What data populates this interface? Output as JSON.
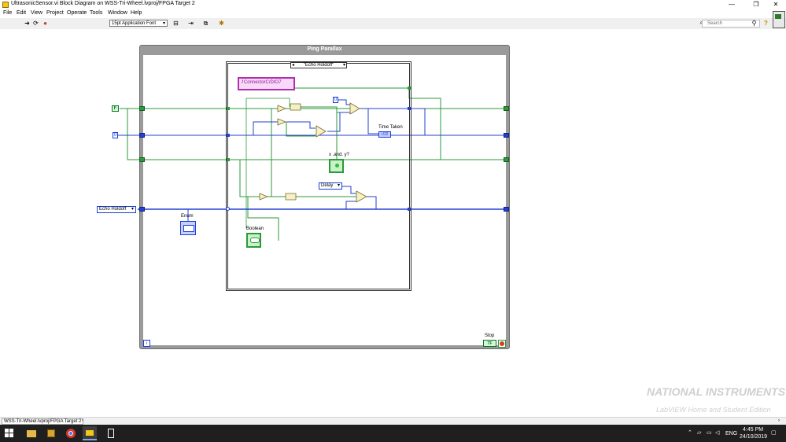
{
  "window": {
    "title": "UltrasonicSensor.vi Block Diagram on WSS-Tri-Wheel.lvproj/FPGA Target 2",
    "minimize": "—",
    "maximize": "❐",
    "close": "✕"
  },
  "menu": [
    "File",
    "Edit",
    "View",
    "Project",
    "Operate",
    "Tools",
    "Window",
    "Help"
  ],
  "toolbar": {
    "font": "15pt Application Font",
    "search_placeholder": "Search",
    "help": "?"
  },
  "diagram": {
    "loop_title": "Ping Parallax",
    "case_selector": "\"Echo Holdoff\"",
    "io_node": " ̸̸̸ ConnectorC/DIO7",
    "enum_outer": "Echo Holdoff",
    "enum_delay": "Delay",
    "bool_const": "F",
    "num_const_outer": "0",
    "num_const_inner": "0",
    "label_enum": "Enum",
    "label_boolean": "Boolean",
    "label_time_taken": "Time Taken",
    "label_xy": "x .and. y?",
    "label_stop": "Stop",
    "indicator_time": "U32",
    "stop_value": "TF",
    "iteration": "i"
  },
  "statusbar": {
    "path": "WSS-Tri-Wheel.lvproj/FPGA Target 2"
  },
  "watermark": {
    "brand": "NATIONAL INSTRUMENTS",
    "product": "LabVIEW Home and Student Edition"
  },
  "taskbar": {
    "lang": "ENG",
    "time": "4:45 PM",
    "date": "24/10/2019"
  },
  "colors": {
    "boolean_wire": "#2b9a3a",
    "numeric_wire": "#2340d0",
    "io_border": "#b02fb0"
  }
}
